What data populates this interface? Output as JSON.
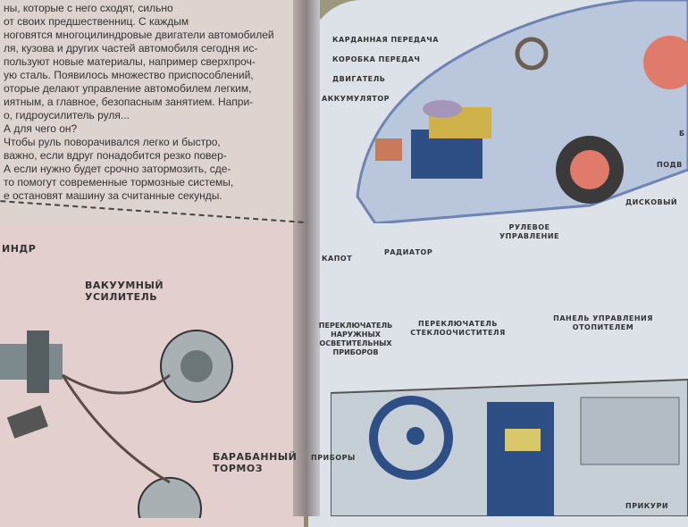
{
  "left_page": {
    "text_lines": [
      "ны, которые с него сходят, сильно",
      "от своих предшественниц. С каждым",
      "ноговятся многоцилиндровые двигатели автомобилей",
      "ля, кузова и других частей автомобиля сегодня ис-",
      "пользуют новые материалы, например сверхпроч-",
      "ую сталь. Появилось множество приспособлений,",
      "оторые делают управление автомобилем легким,",
      "иятным, а главное, безопасным занятием. Напри-",
      "о, гидроусилитель руля...",
      "А для чего он?",
      "Чтобы руль поворачивался легко и быстро,",
      "важно, если вдруг понадобится резко повер-",
      "А если нужно будет срочно затормозить, сде-",
      "то помогут современные тормозные системы,",
      "е остановят машину за считанные секунды."
    ],
    "labels": {
      "cylinder": "ИНДР",
      "vacuum_booster": "ВАКУУМНЫЙ УСИЛИТЕЛЬ",
      "drum_brake": "БАРАБАННЫЙ ТОРМОЗ"
    }
  },
  "right_page": {
    "car_labels": {
      "driveshaft": "КАРДАННАЯ ПЕРЕДАЧА",
      "gearbox": "КОРОБКА ПЕРЕДАЧ",
      "engine": "ДВИГАТЕЛЬ",
      "battery": "АККУМУЛЯТОР",
      "hood": "КАПОТ",
      "radiator": "РАДИАТОР",
      "steering": "РУЛЕВОЕ УПРАВЛЕНИЕ",
      "disc": "ДИСКОВЫЙ",
      "suspension": "ПОДВ",
      "edge": "Б"
    },
    "dash_labels": {
      "wiper_switch": "ПЕРЕКЛЮЧАТЕЛЬ СТЕКЛООЧИСТИТЕЛЯ",
      "heater_panel": "ПАНЕЛЬ УПРАВЛЕНИЯ ОТОПИТЕЛЕМ",
      "lights_switch": "ПЕРЕКЛЮЧАТЕЛЬ НАРУЖНЫХ ОСВЕТИТЕЛЬНЫХ ПРИБОРОВ",
      "instruments": "ПРИБОРЫ",
      "lighter": "ПРИКУРИ"
    }
  }
}
